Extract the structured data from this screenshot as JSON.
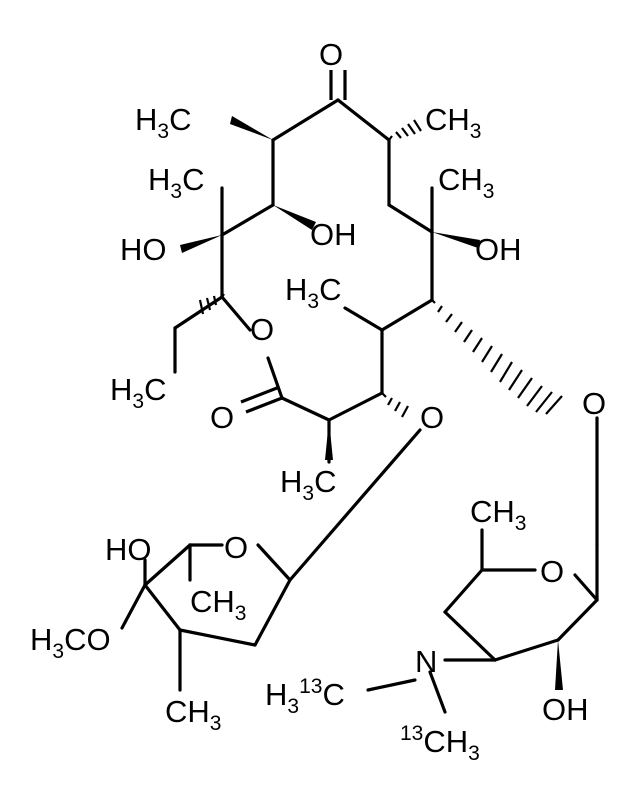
{
  "molecule": {
    "labels": {
      "o_ketone": "O",
      "h3c_top_left": "H3C",
      "ch3_top_right": "CH3",
      "h3c_mid_left": "H3C",
      "ch3_mid_right": "CH3",
      "ho_left": "HO",
      "oh_center": "OH",
      "oh_right": "OH",
      "o_ring": "O",
      "h3c_inner": "H3C",
      "h3c_ethyl": "H3C",
      "o_carbonyl": "O",
      "o_ether_left": "O",
      "o_ether_right": "O",
      "h3c_lower": "H3C",
      "ch3_desosamine": "CH3",
      "o_desosamine_ring": "O",
      "ho_cladinose": "HO",
      "o_cladinose_ring": "O",
      "ch3_cladinose_ring": "CH3",
      "h3co_methoxy": "H3CO",
      "ch3_cladinose_bottom": "CH3",
      "n_dimethylamino": "N",
      "h3_13c": "H3",
      "isotope_13_left": "13",
      "c_13_left": "C",
      "isotope_13_bottom": "13",
      "ch3_13_bottom": "CH3",
      "oh_desosamine": "OH"
    }
  }
}
